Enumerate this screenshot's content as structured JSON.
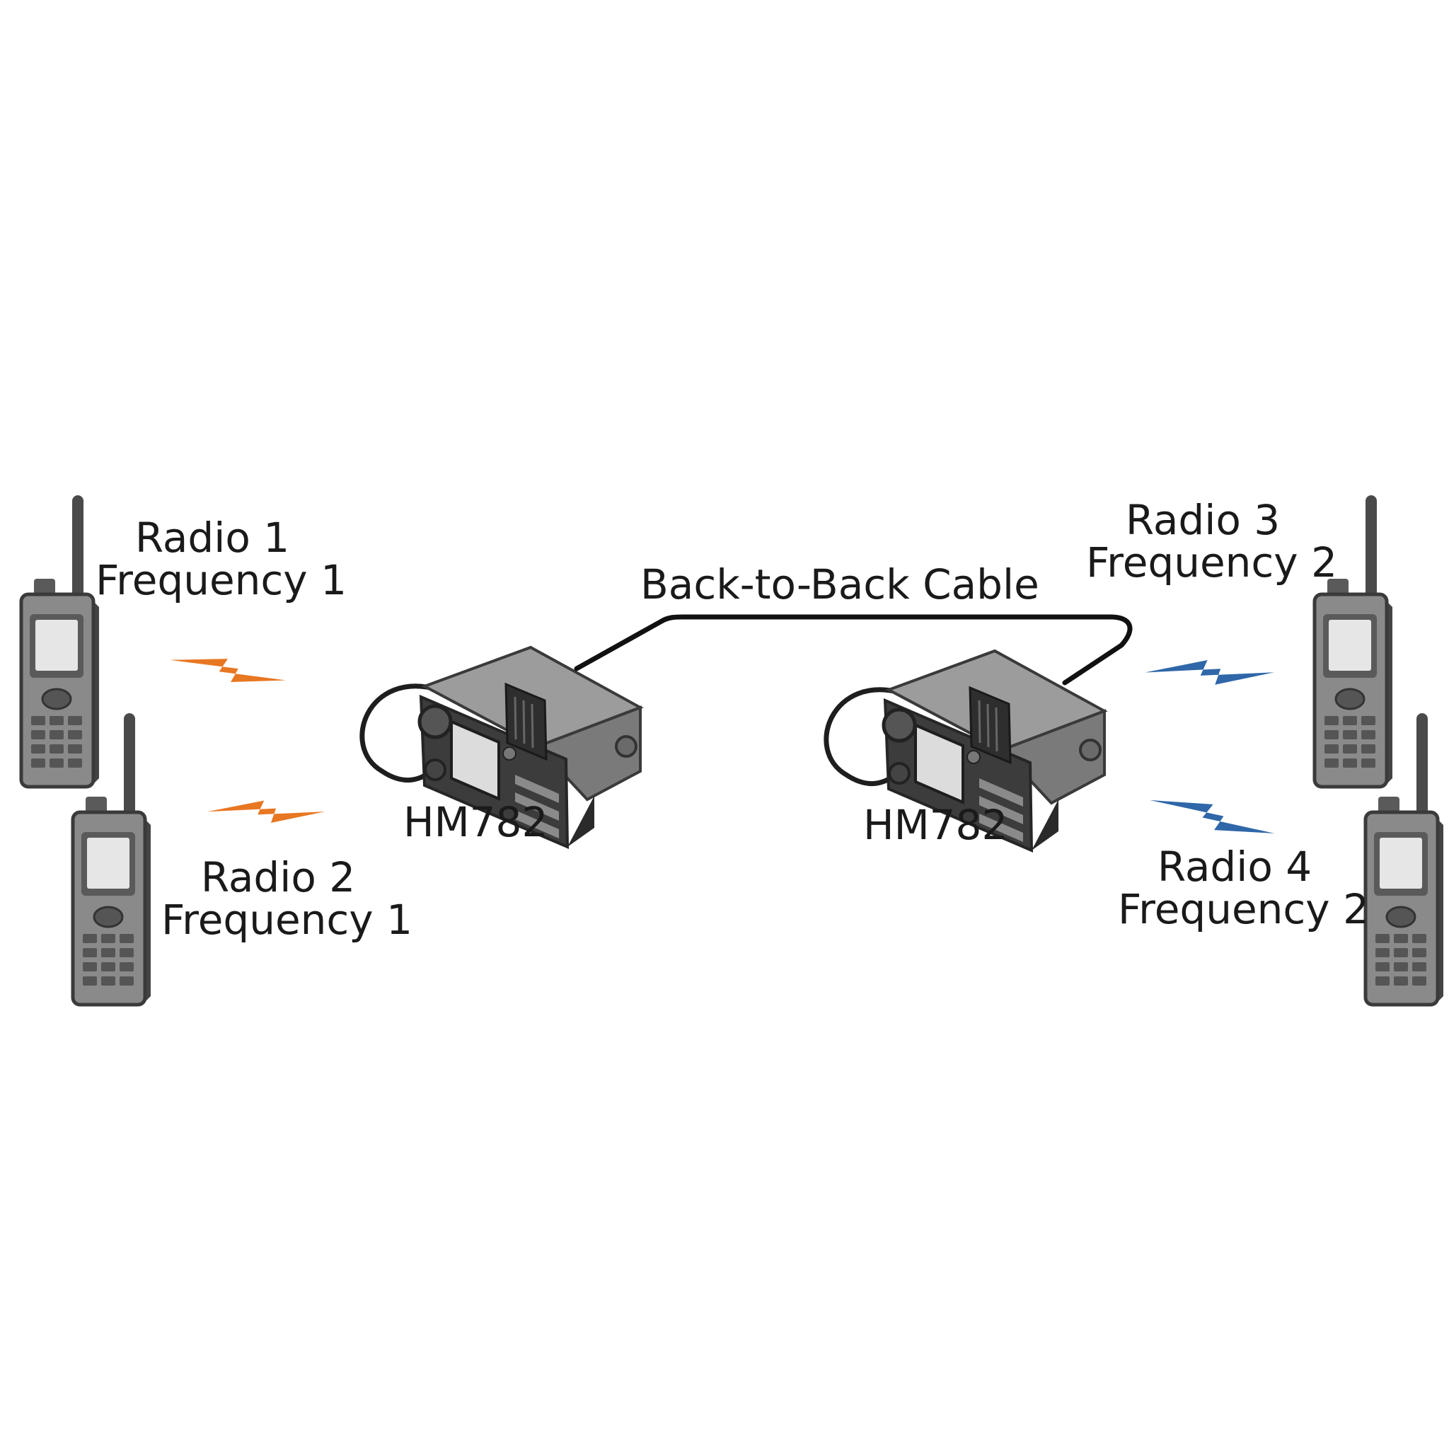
{
  "labels": {
    "radio1": {
      "name": "Radio 1",
      "frequency": "Frequency 1"
    },
    "radio2": {
      "name": "Radio 2",
      "frequency": "Frequency 1"
    },
    "radio3": {
      "name": "Radio 3",
      "frequency": "Frequency 2"
    },
    "radio4": {
      "name": "Radio 4",
      "frequency": "Frequency 2"
    },
    "cable": "Back-to-Back Cable",
    "repeater_left": "HM782",
    "repeater_right": "HM782"
  },
  "icons": {
    "handheld": "handheld-radio-icon",
    "mobile": "mobile-radio-icon",
    "signal": "lightning-signal-icon"
  },
  "colors": {
    "frequency1_signal": "#e87722",
    "frequency2_signal": "#2f67a8",
    "device_body": "#8a8a8a",
    "device_dark": "#3a3a3a",
    "cable": "#111111",
    "text": "#1a1a1a"
  }
}
